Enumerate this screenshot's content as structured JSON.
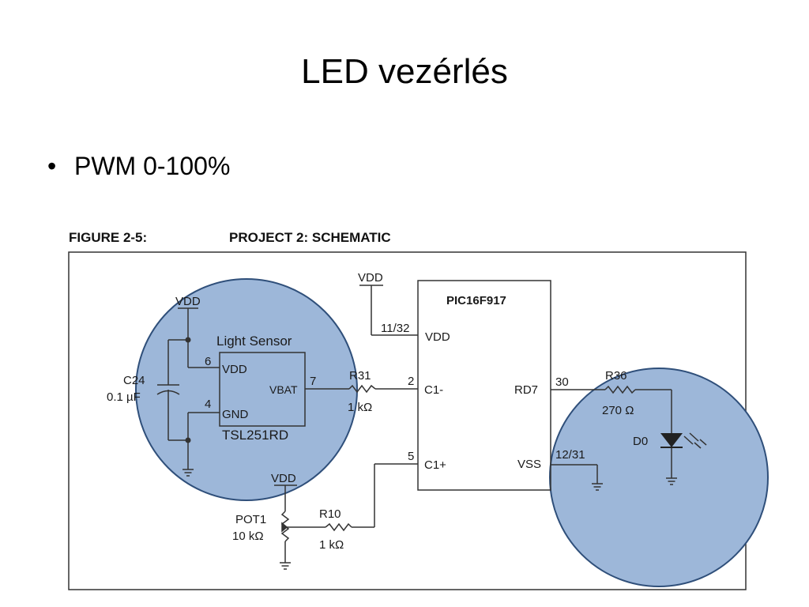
{
  "slide": {
    "title": "LED vezérlés",
    "bullet": "PWM 0-100%"
  },
  "figure": {
    "label": "FIGURE 2-5:",
    "caption": "PROJECT 2: SCHEMATIC",
    "chip": {
      "name": "PIC16F917",
      "pin_vdd": "11/32",
      "label_vdd": "VDD",
      "pin_c1m": "2",
      "label_c1m": "C1-",
      "pin_c1p": "5",
      "label_c1p": "C1+",
      "pin_rd7": "30",
      "label_rd7": "RD7",
      "pin_vss": "12/31",
      "label_vss": "VSS"
    },
    "sensor": {
      "name": "Light Sensor",
      "part": "TSL251RD",
      "pin_vdd": "6",
      "label_vdd": "VDD",
      "pin_gnd": "4",
      "label_gnd": "GND",
      "pin_vbat": "7",
      "label_vbat": "VBAT"
    },
    "vdd_label": "VDD",
    "c24_name": "C24",
    "c24_value": "0.1 µF",
    "r31_name": "R31",
    "r31_value": "1 kΩ",
    "r36_name": "R36",
    "r36_value": "270 Ω",
    "r10_name": "R10",
    "r10_value": "1 kΩ",
    "pot_name": "POT1",
    "pot_value": "10 kΩ",
    "led_name": "D0"
  },
  "colors": {
    "highlight_fill": "#9db7d9",
    "highlight_stroke": "#2f4f7a",
    "wire": "#333333"
  }
}
